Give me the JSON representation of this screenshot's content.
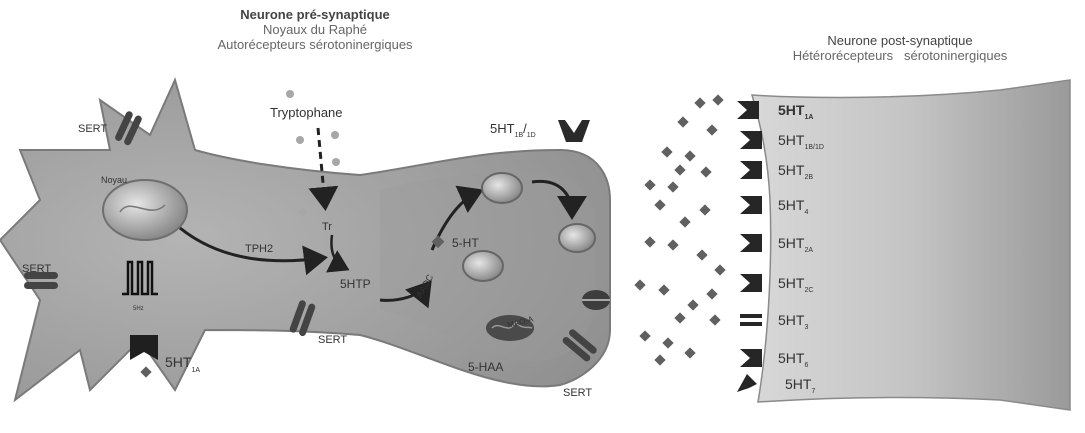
{
  "pre": {
    "title": "Neurone pré-synaptique",
    "subtitle1": "Noyaux du Raphé",
    "subtitle2": "Autorécepteurs sérotoninergiques"
  },
  "post": {
    "title": "Neurone post-synaptique",
    "subtitle": "Hétérorécepteurs   sérotoninergiques"
  },
  "labels": {
    "tryptophane": "Tryptophane",
    "sert_top": "SERT",
    "sert_left": "SERT",
    "sert_bottom": "SERT",
    "sert_right": "SERT",
    "noyau": "Noyau",
    "tph2": "TPH2",
    "tr": "Tr",
    "htp": "5HTP",
    "aadc": "AADC",
    "ht": "5-HT",
    "haa": "5-HAA",
    "mao": "MAO-A",
    "spikes": "5Hz",
    "auto_1a": "5HT",
    "auto_1a_sub": "1A",
    "auto_1b": "5HT",
    "auto_1b_sub": "1B",
    "auto_1d_sub": "1D"
  },
  "receptors": [
    {
      "base": "5HT",
      "sub": "1A",
      "bold": true
    },
    {
      "base": "5HT",
      "sub": "1B/1D",
      "bold": false
    },
    {
      "base": "5HT",
      "sub": "2B",
      "bold": false
    },
    {
      "base": "5HT",
      "sub": "4",
      "bold": false
    },
    {
      "base": "5HT",
      "sub": "2A",
      "bold": false
    },
    {
      "base": "5HT",
      "sub": "2C",
      "bold": false
    },
    {
      "base": "5HT",
      "sub": "3",
      "bold": false
    },
    {
      "base": "5HT",
      "sub": "6",
      "bold": false
    },
    {
      "base": "5HT",
      "sub": "7",
      "bold": false
    }
  ],
  "colors": {
    "neuron_fill": "#a9a9a9",
    "neuron_light": "#cfcfcf",
    "dark": "#3a3a3a",
    "diamond": "#606060"
  }
}
